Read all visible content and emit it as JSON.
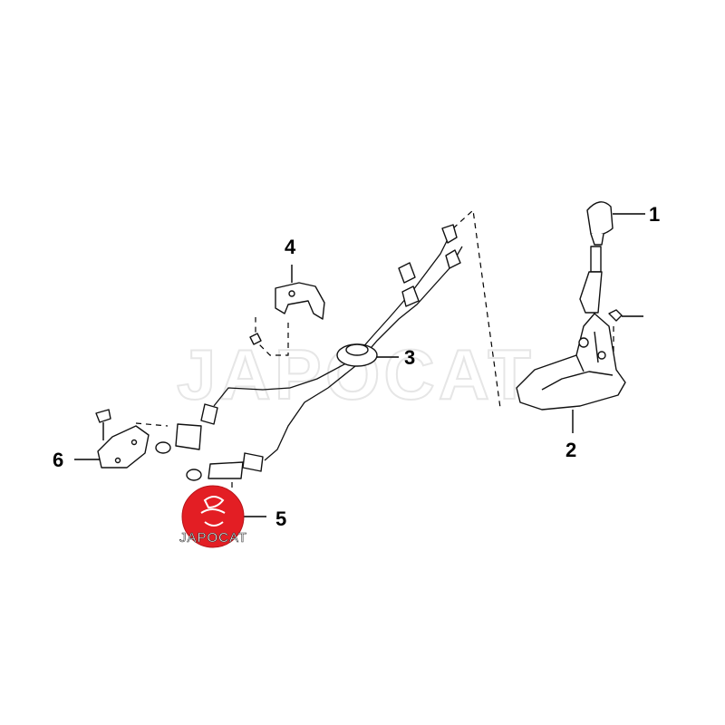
{
  "watermark": "JAPOCAT",
  "logo": {
    "text": "JAPOCAT",
    "color": "#e31e24"
  },
  "callouts": [
    {
      "id": "1",
      "label": "1"
    },
    {
      "id": "2",
      "label": "2"
    },
    {
      "id": "3",
      "label": "3"
    },
    {
      "id": "4",
      "label": "4"
    },
    {
      "id": "5",
      "label": "5"
    },
    {
      "id": "6",
      "label": "6"
    }
  ]
}
